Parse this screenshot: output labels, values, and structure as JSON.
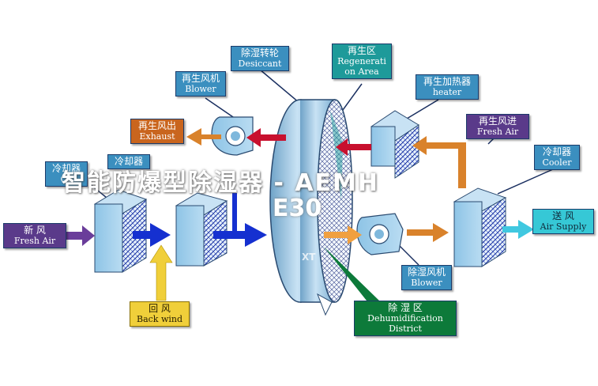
{
  "labels": {
    "desiccant": {
      "zh": "除湿转轮",
      "en": "Desiccant"
    },
    "regeneration_area": {
      "zh": "再生区",
      "en1": "Regenerati",
      "en2": "on Area"
    },
    "blower_top": {
      "zh": "再生风机",
      "en": "Blower"
    },
    "heater": {
      "zh": "再生加热器",
      "en": "heater"
    },
    "exhaust": {
      "zh": "再生风出",
      "en": "Exhaust"
    },
    "regen_fresh_air": {
      "zh": "再生风进",
      "en": "Fresh Air"
    },
    "cooler_right": {
      "zh": "冷却器",
      "en": "Cooler"
    },
    "cooler_left1": {
      "zh": "冷却器",
      "en": "Co"
    },
    "cooler_left2": {
      "zh": "冷却器",
      "en": ""
    },
    "fresh_air": {
      "zh": "新  风",
      "en": "Fresh Air"
    },
    "air_supply": {
      "zh": "送  风",
      "en": "Air Supply"
    },
    "blower_bottom": {
      "zh": "除湿风机",
      "en": "Blower"
    },
    "back_wind": {
      "zh": "回    风",
      "en": "Back wind"
    },
    "dehumidification": {
      "zh": "除  湿  区",
      "en1": "Dehumidification",
      "en2": "District"
    }
  },
  "watermark": {
    "line1": "智能防爆型除湿器 - AEMH",
    "line2": "E30",
    "faint": "XT"
  },
  "colors": {
    "arrow_orange": "#d9822b",
    "arrow_red": "#c8102e",
    "arrow_blue": "#1530d0",
    "arrow_yellow": "#f0cf3a",
    "arrow_purple": "#6a3d9a",
    "arrow_cyan": "#40c8e0",
    "component_blue": "#7fb8dc",
    "wheel_body": "#a8cde6"
  }
}
